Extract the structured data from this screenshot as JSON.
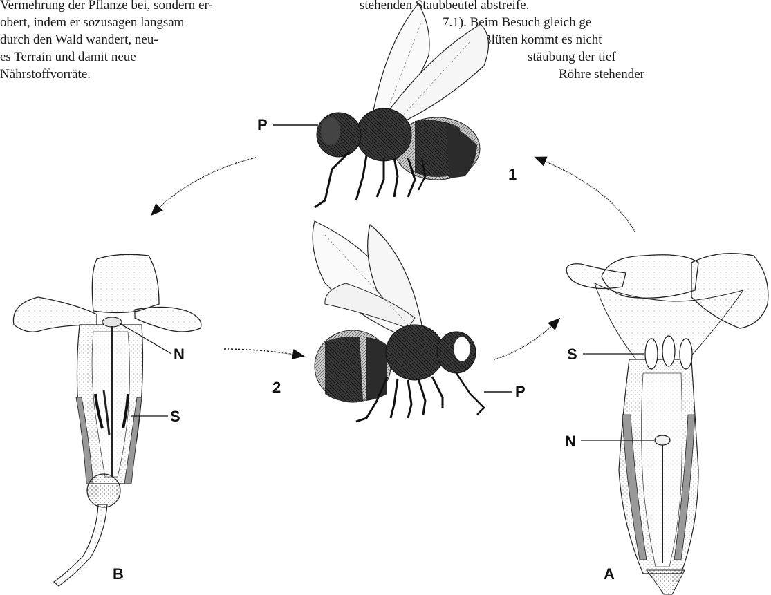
{
  "text": {
    "left_lines": [
      "Vermehrung der Pflanze bei, sondern er-",
      "obert, indem er sozusagen langsam",
      "durch den Wald wandert, neu-",
      "es Terrain und damit neue",
      "Nährstoffvorräte."
    ],
    "right_lines": [
      "stehenden Staubbeutel abstreife.",
      "7.1). Beim Besuch gleich ge",
      "Blüten kommt es nicht",
      "stäubung der tief",
      "Röhre stehender"
    ]
  },
  "labels": {
    "bee_top_p": "P",
    "bee_bottom_p": "P",
    "step_1": "1",
    "step_2": "2",
    "flower_b_n": "N",
    "flower_b_s": "S",
    "flower_a_s": "S",
    "flower_a_n": "N",
    "flower_b": "B",
    "flower_a": "A"
  }
}
